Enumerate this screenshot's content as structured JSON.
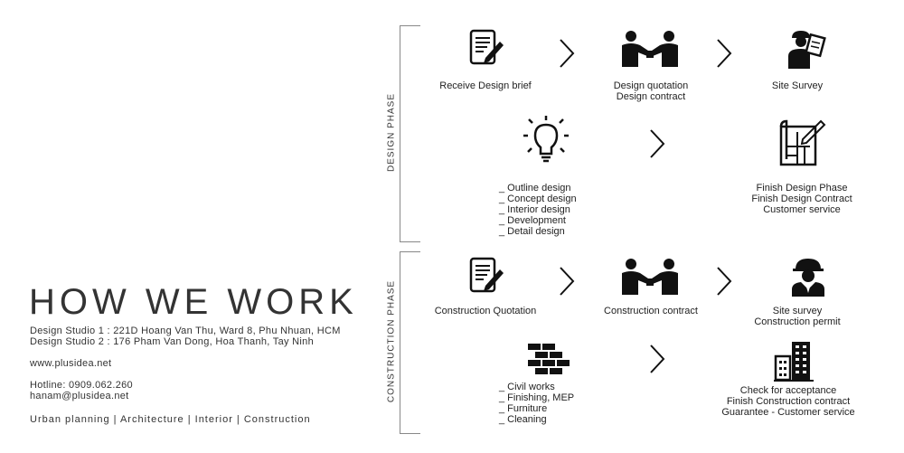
{
  "title": "HOW WE WORK",
  "studios": [
    "Design Studio 1 :  221D Hoang Van Thu, Ward 8, Phu Nhuan, HCM",
    "Design Studio 2 : 176 Pham Van Dong, Hoa Thanh, Tay Ninh"
  ],
  "website": "www.plusidea.net",
  "hotline": "Hotline: 0909.062.260",
  "email": "hanam@plusidea.net",
  "services": "Urban planning | Architecture  |  Interior |  Construction",
  "design_phase": {
    "label": "DESIGN PHASE",
    "step1": "Receive Design brief",
    "step2_line1": "Design quotation",
    "step2_line2": "Design contract",
    "step3": "Site Survey",
    "list": [
      "_ Outline design",
      "_ Concept design",
      "_ Interior design",
      "_ Development",
      "_ Detail design"
    ],
    "final": [
      "Finish Design Phase",
      "Finish Design Contract",
      "Customer service"
    ]
  },
  "construction_phase": {
    "label": "CONSTRUCTION PHASE",
    "step1": "Construction Quotation",
    "step2": "Construction contract",
    "step3_line1": "Site survey",
    "step3_line2": "Construction permit",
    "list": [
      "_ Civil works",
      "_ Finishing, MEP",
      "_ Furniture",
      "_ Cleaning"
    ],
    "final": [
      "Check for acceptance",
      "Finish Construction contract",
      "Guarantee - Customer service"
    ]
  },
  "icons": [
    "document-pen-icon",
    "handshake-icon",
    "surveyor-icon",
    "lightbulb-icon",
    "blueprint-icon",
    "worker-icon",
    "bricks-icon",
    "buildings-icon",
    "chevron-right-icon"
  ]
}
